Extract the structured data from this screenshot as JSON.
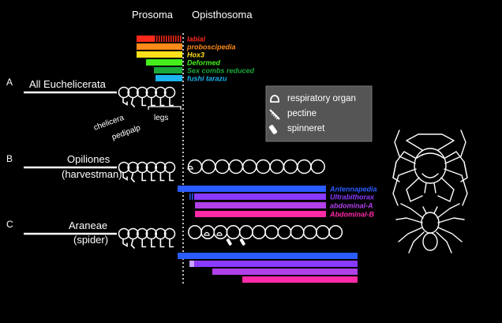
{
  "headers": {
    "prosoma": "Prosoma",
    "opisthosoma": "Opisthosoma"
  },
  "rows": [
    {
      "letter": "A",
      "name": "All Euchelicerata",
      "subname": ""
    },
    {
      "letter": "B",
      "name": "Opiliones",
      "subname": "(harvestman)"
    },
    {
      "letter": "C",
      "name": "Araneae",
      "subname": "(spider)"
    }
  ],
  "appendage_labels": {
    "chelicera": "chelicera",
    "pedipalp": "pedipalp",
    "legs": "legs"
  },
  "legend": {
    "respiratory": "respiratory organ",
    "pectine": "pectine",
    "spinneret": "spinneret"
  },
  "prosoma_genes": [
    {
      "name": "labial",
      "color": "#ff2a1a"
    },
    {
      "name": "proboscipedia",
      "color": "#ff8a1a"
    },
    {
      "name": "Hox3",
      "color": "#ffe01a"
    },
    {
      "name": "Deformed",
      "color": "#44ee1a"
    },
    {
      "name": "Sex combs reduced",
      "color": "#1aa83a"
    },
    {
      "name": "fushi tarazu",
      "color": "#1ab4ee"
    }
  ],
  "opisthosoma_genes": [
    {
      "name": "Antennapedia",
      "color": "#2a5cff"
    },
    {
      "name": "Ultrabithorax",
      "color": "#8a3aff"
    },
    {
      "name": "abdominal-A",
      "color": "#b040e8"
    },
    {
      "name": "Abdominal-B",
      "color": "#ff2aa8"
    }
  ]
}
